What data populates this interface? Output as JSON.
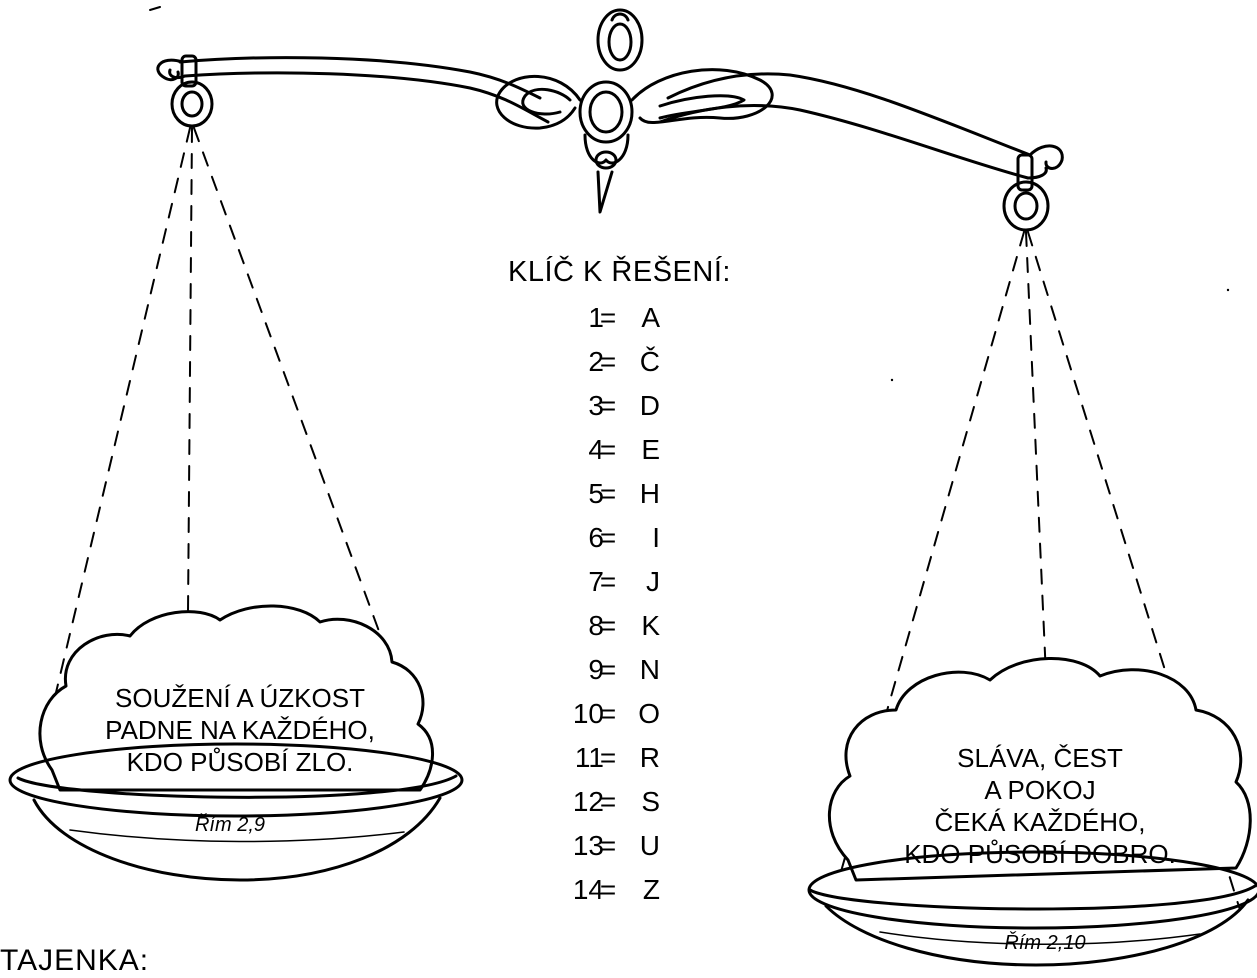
{
  "left_pan": {
    "lines": [
      "SOUŽENÍ A ÚZKOST",
      "PADNE NA KAŽDÉHO,",
      "KDO PŮSOBÍ ZLO."
    ],
    "reference": "Řím 2,9"
  },
  "right_pan": {
    "lines": [
      "SLÁVA, ČEST",
      "A POKOJ",
      "ČEKÁ KAŽDÉHO,",
      "KDO PŮSOBÍ DOBRO."
    ],
    "reference": "Řím 2,10"
  },
  "key": {
    "title": "KLÍČ K ŘEŠENÍ:",
    "equals": "=",
    "rows": [
      {
        "num": "1",
        "letter": "A"
      },
      {
        "num": "2",
        "letter": "Č"
      },
      {
        "num": "3",
        "letter": "D"
      },
      {
        "num": "4",
        "letter": "E"
      },
      {
        "num": "5",
        "letter": "H"
      },
      {
        "num": "6",
        "letter": "I"
      },
      {
        "num": "7",
        "letter": "J"
      },
      {
        "num": "8",
        "letter": "K"
      },
      {
        "num": "9",
        "letter": "N"
      },
      {
        "num": "10",
        "letter": "O"
      },
      {
        "num": "11",
        "letter": "R"
      },
      {
        "num": "12",
        "letter": "S"
      },
      {
        "num": "13",
        "letter": "U"
      },
      {
        "num": "14",
        "letter": "Z"
      }
    ]
  },
  "tajenka_label": "TAJENKA:"
}
